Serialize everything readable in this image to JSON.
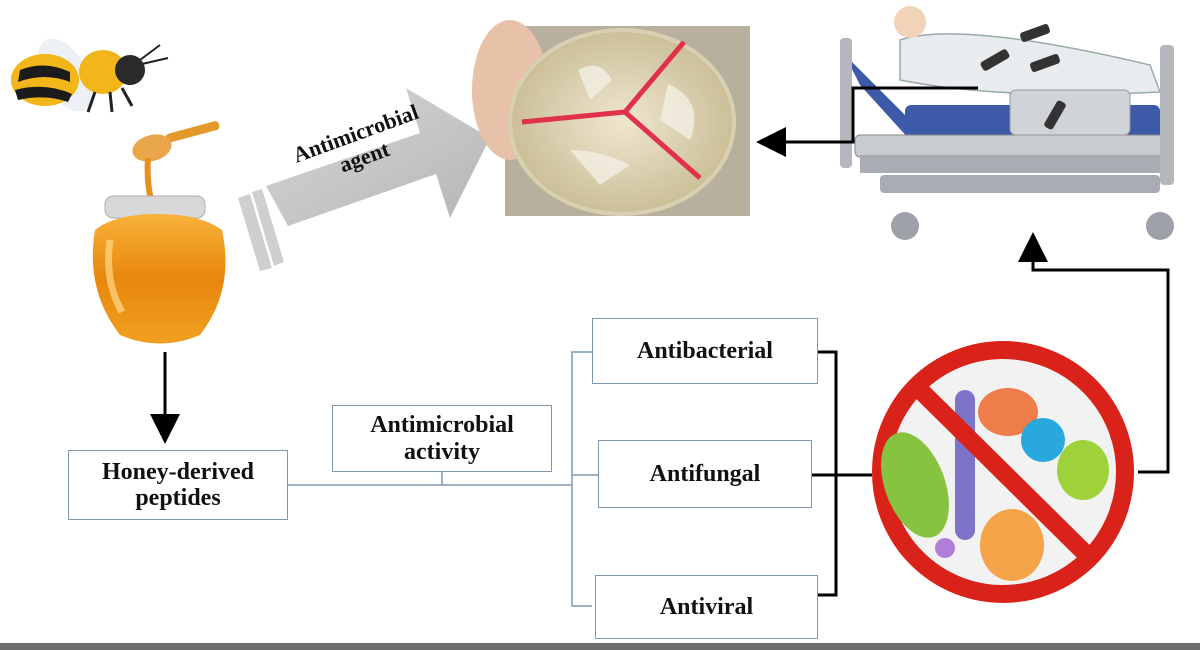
{
  "diagram": {
    "arrow_label_line1": "Antimicrobial",
    "arrow_label_line2": "agent",
    "honey_box": {
      "line1": "Honey-derived",
      "line2": "peptides"
    },
    "activity_box": {
      "line1": "Antimicrobial",
      "line2": "activity"
    },
    "branches": [
      "Antibacterial",
      "Antifungal",
      "Antiviral"
    ]
  },
  "colors": {
    "box_border": "#7f98b0",
    "arrow_fill": "#c7c7c7",
    "honey": "#e88f10",
    "prohibition_red": "#d9231a",
    "petri_stripe": "#e0314a",
    "bee_yellow": "#f2b51a"
  },
  "icons": [
    "bee-icon",
    "honey-jar-icon",
    "honey-dipper-icon",
    "petri-dish-image",
    "hospital-bed-patient-icon",
    "no-microbes-sign-icon"
  ]
}
